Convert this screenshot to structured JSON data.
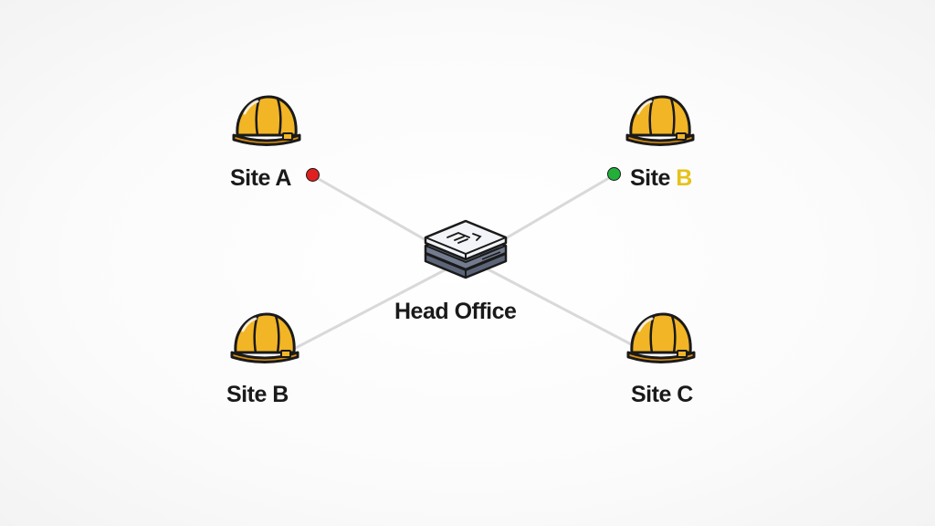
{
  "diagram": {
    "hub": {
      "label": "Head Office",
      "icon": "server-icon"
    },
    "sites": [
      {
        "id": "top-left",
        "label_main": "Site A",
        "label_accent": "",
        "icon": "hard-hat-icon",
        "status": "offline",
        "status_color": "#e02020"
      },
      {
        "id": "top-right",
        "label_main": "Site ",
        "label_accent": "B",
        "icon": "hard-hat-icon",
        "status": "online",
        "status_color": "#22b03a"
      },
      {
        "id": "bottom-left",
        "label_main": "Site B",
        "label_accent": "",
        "icon": "hard-hat-icon"
      },
      {
        "id": "bottom-right",
        "label_main": "Site C",
        "label_accent": "",
        "icon": "hard-hat-icon"
      }
    ],
    "colors": {
      "helmet_fill": "#f2b526",
      "helmet_shade": "#d98f12",
      "link_color": "#d9d9d9",
      "server_top": "#f2f4f7",
      "server_side": "#5c6578"
    }
  }
}
